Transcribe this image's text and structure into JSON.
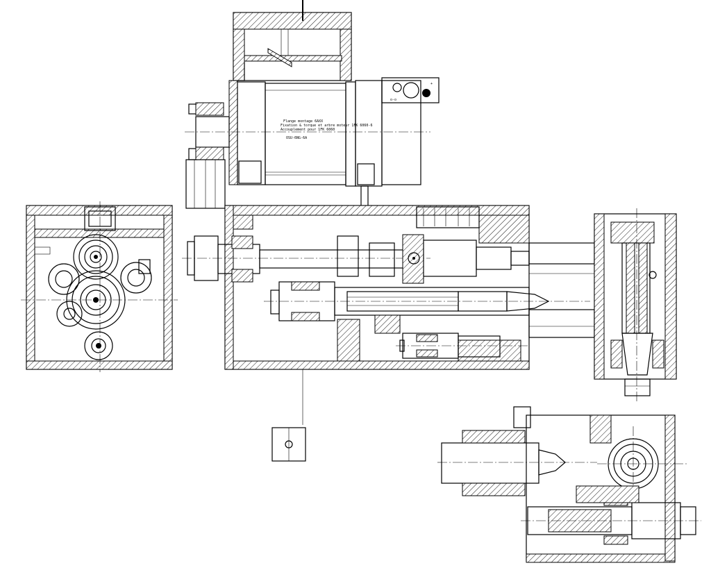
{
  "drawing": {
    "colors": {
      "line": "#000000",
      "background": "#ffffff",
      "hatch": "#000000"
    },
    "motor_plate": {
      "lines": [
        "Flange montage 6AXX",
        "Fixation & torque et arbre moteur 1FK 6060-6",
        "Accouplement pour 1FK 6060"
      ],
      "code": "OSU-6NG-6A"
    },
    "connector_box": {
      "marks": [
        "o-o",
        "+"
      ]
    }
  }
}
